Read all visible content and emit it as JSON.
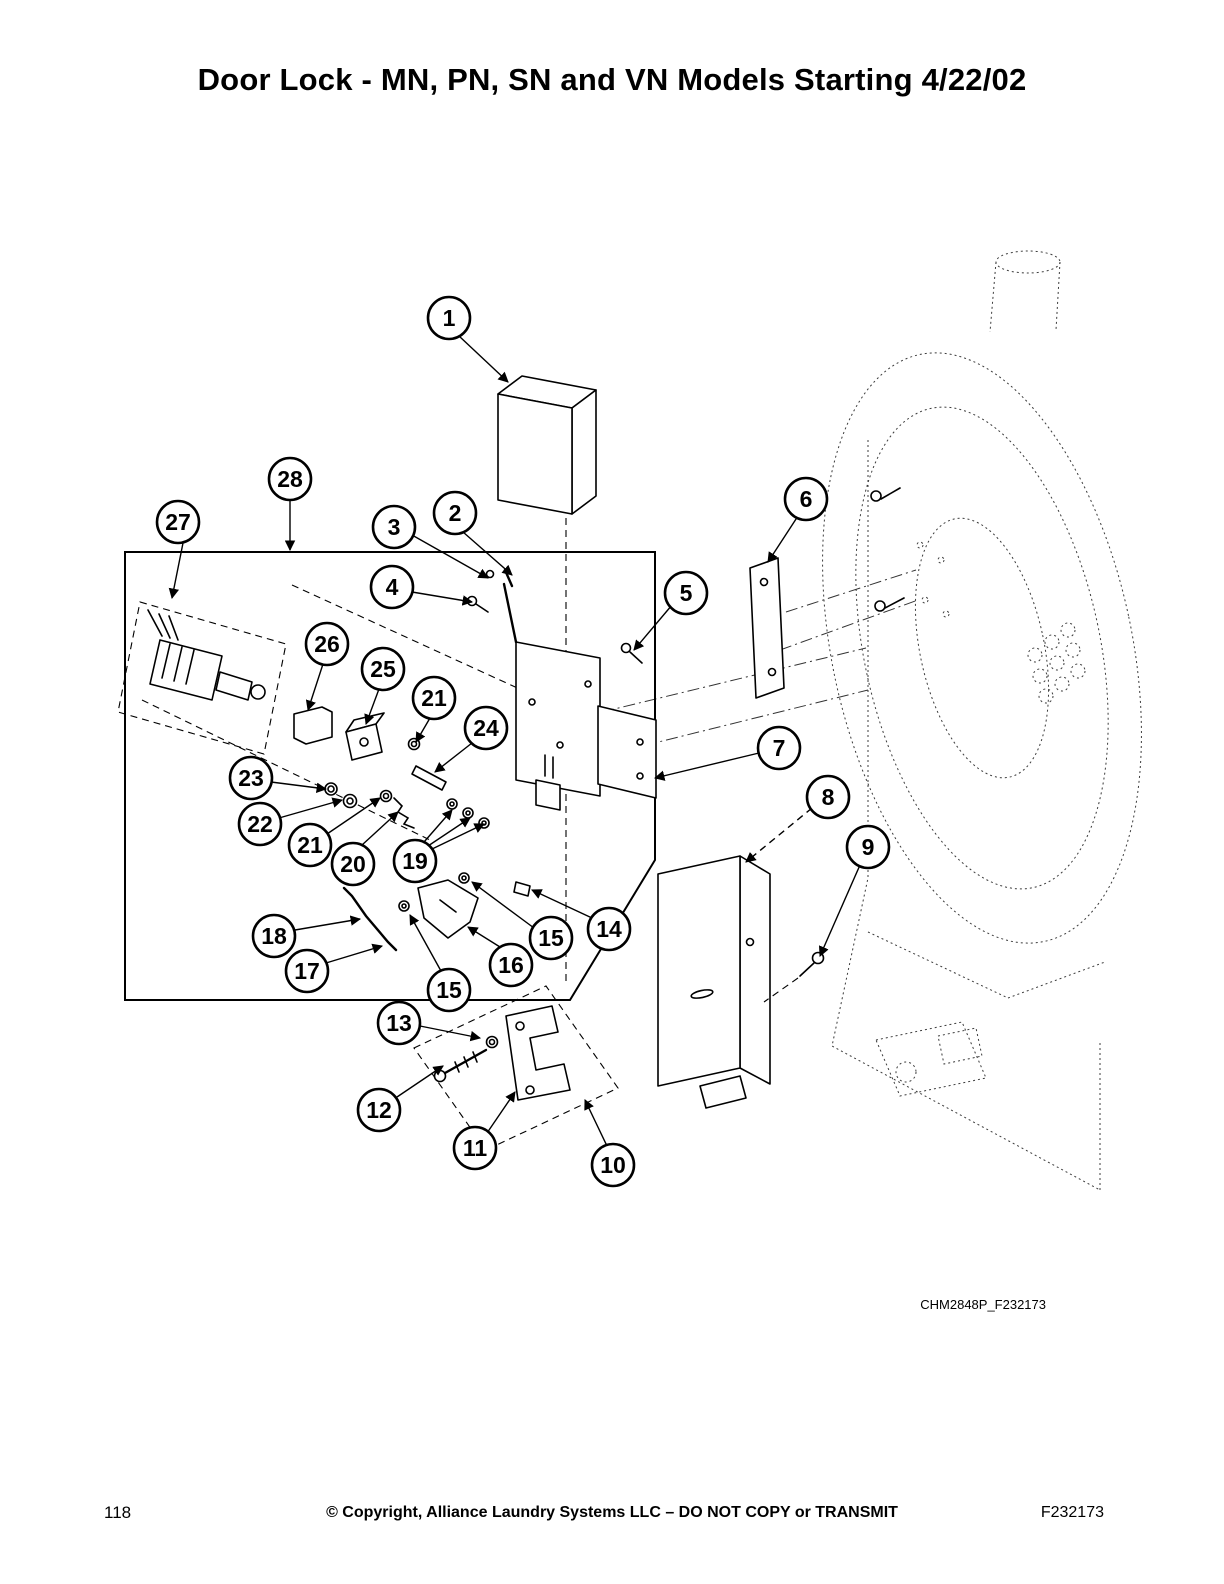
{
  "page": {
    "title": "Door Lock - MN, PN, SN and VN Models Starting 4/22/02",
    "figure_code": "CHM2848P_F232173",
    "footer": {
      "page_number": "118",
      "copyright": "© Copyright, Alliance Laundry Systems LLC – DO NOT COPY or TRANSMIT",
      "doc_number": "F232173"
    }
  },
  "callouts": [
    "1",
    "2",
    "3",
    "4",
    "5",
    "6",
    "7",
    "8",
    "9",
    "10",
    "11",
    "12",
    "13",
    "14",
    "15",
    "15",
    "16",
    "17",
    "18",
    "19",
    "20",
    "21",
    "21",
    "22",
    "23",
    "24",
    "25",
    "26",
    "27",
    "28"
  ]
}
